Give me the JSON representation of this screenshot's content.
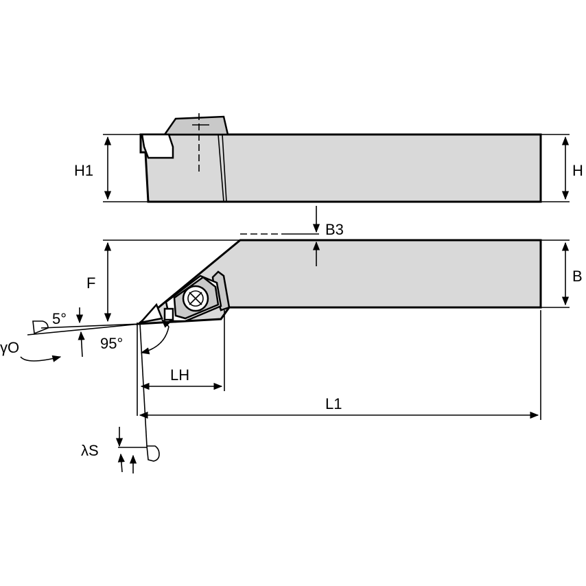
{
  "labels": {
    "h1": "H1",
    "h": "H",
    "b3": "B3",
    "b": "B",
    "f": "F",
    "angle_5": "5°",
    "angle_95": "95°",
    "gamma_o": "γO",
    "lh": "LH",
    "l1": "L1",
    "lambda_s": "λS"
  },
  "colors": {
    "body": "#d9d9d9",
    "line": "#000000",
    "background": "#ffffff"
  }
}
